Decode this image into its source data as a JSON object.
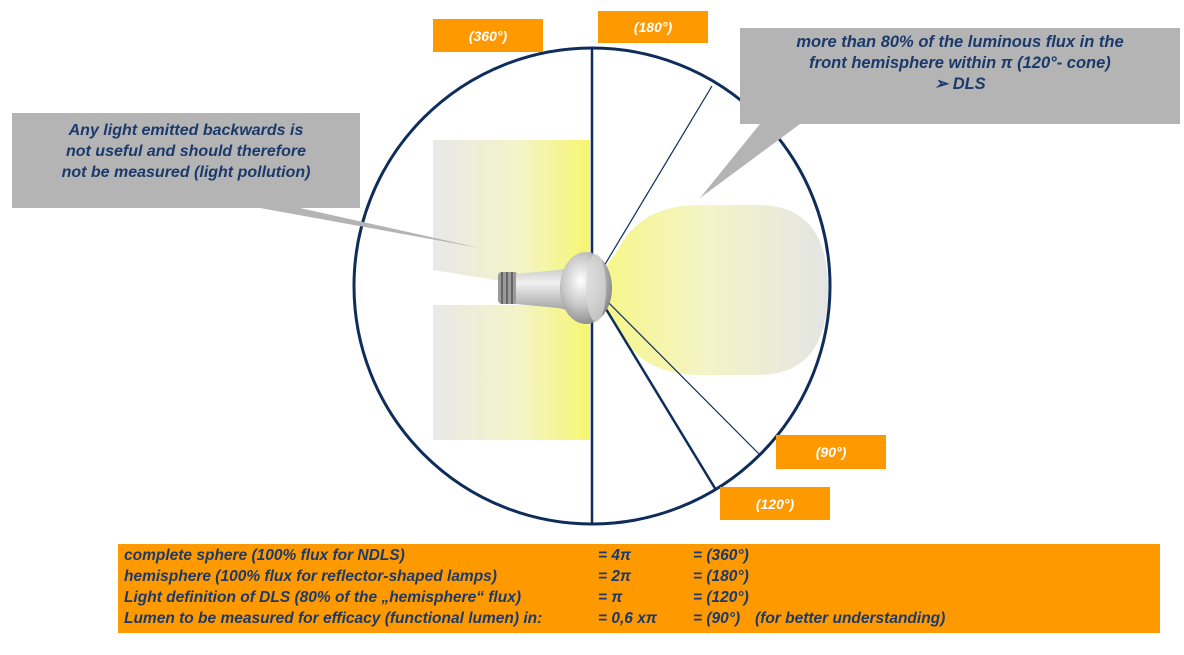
{
  "angle_labels": {
    "deg360": "(360°)",
    "deg180": "(180°)",
    "deg90": "(90°)",
    "deg120": "(120°)"
  },
  "callouts": {
    "backward": [
      "Any light emitted backwards is",
      "not useful and should therefore",
      "not be measured (light pollution)"
    ],
    "front": {
      "line1": "more than 80% of the luminous flux in the",
      "line2": "front hemisphere within π (120°- cone)",
      "line3": "➢ DLS"
    }
  },
  "table": {
    "rows": [
      {
        "desc": "complete sphere (100% flux for NDLS)",
        "value": "= 4π",
        "deg": "= (360°)",
        "note": ""
      },
      {
        "desc": "hemisphere (100% flux for reflector-shaped lamps)",
        "value": "= 2π",
        "deg": "= (180°)",
        "note": ""
      },
      {
        "desc": "Light definition of DLS (80% of the „hemisphere“ flux)",
        "value": "=  π",
        "deg": "= (120°)",
        "note": ""
      },
      {
        "desc": "Lumen to be measured for efficacy (functional lumen) in:",
        "value": "= 0,6 xπ",
        "deg": "= (90°)",
        "note": "(for better understanding)"
      }
    ]
  },
  "colors": {
    "label_bg": "#ff9900",
    "label_text": "#ffffff",
    "callout_bg": "#b4b4b4",
    "text": "#1b3a6b",
    "circle": "#0f2d5a",
    "light_yellow": "#f8f8a0"
  }
}
